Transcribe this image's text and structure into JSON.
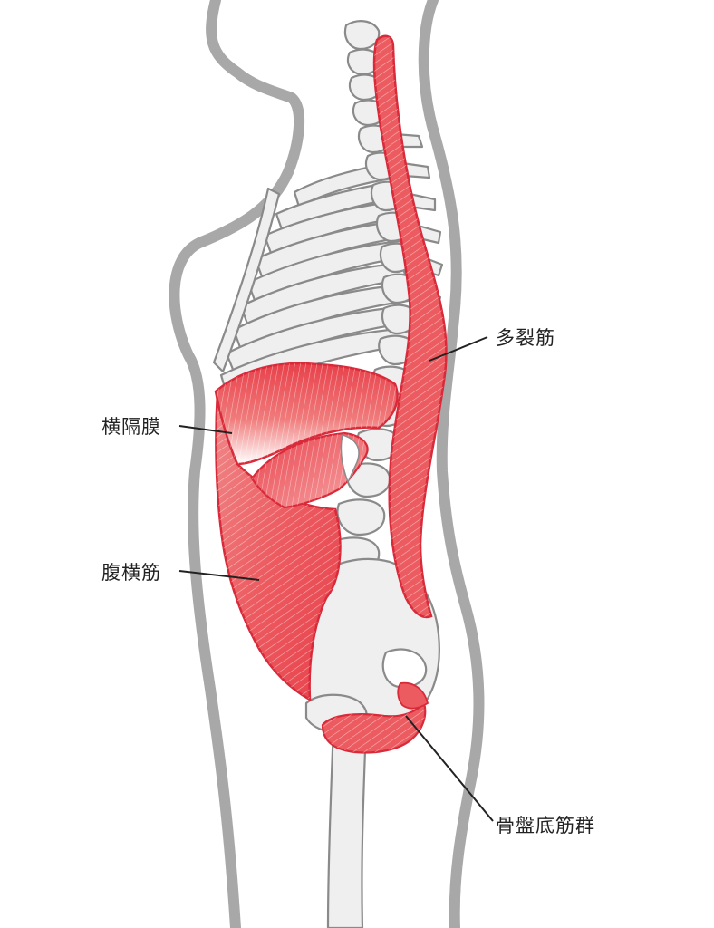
{
  "labels": {
    "multifidus": "多裂筋",
    "diaphragm": "横隔膜",
    "transversus_abdominis": "腹横筋",
    "pelvic_floor": "骨盤底筋群"
  },
  "colors": {
    "body_outline": "#a8a8a8",
    "bone_fill": "#efefef",
    "bone_stroke": "#8a8a8a",
    "muscle": "#e8404a",
    "muscle_dark": "#d92a3a",
    "muscle_light": "#f6b3b3",
    "leader_line": "#222222",
    "text": "#222222"
  }
}
